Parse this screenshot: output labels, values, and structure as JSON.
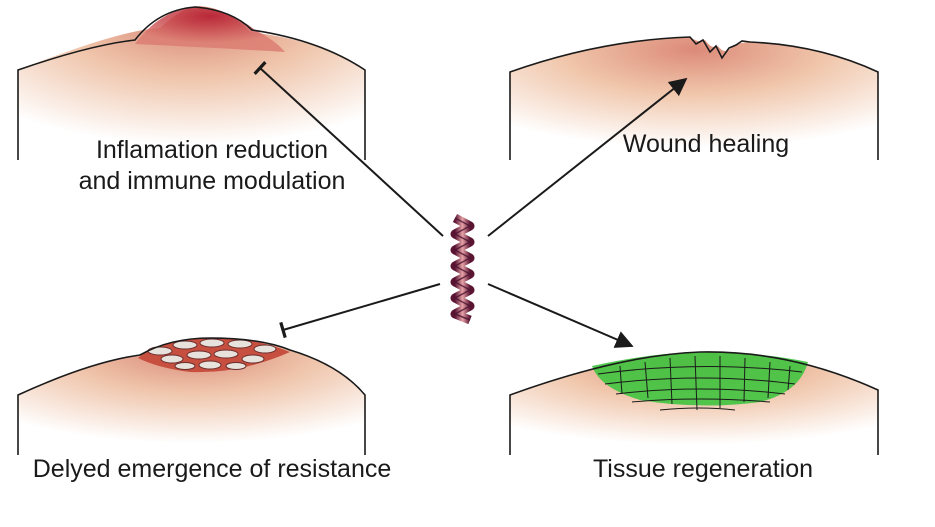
{
  "panels": {
    "inflammation": {
      "line1": "Inflamation reduction",
      "line2": "and immune modulation"
    },
    "wound": {
      "label": "Wound healing"
    },
    "resistance": {
      "label": "Delyed emergence of resistance"
    },
    "regeneration": {
      "label": "Tissue regeneration"
    }
  },
  "colors": {
    "skin_base": "#e8c3a8",
    "skin_glow": "#c96a5a",
    "inflamed": "#b21e2d",
    "regeneration_green": "#35c235",
    "helix_dark": "#4a1230",
    "helix_light": "#e8a0a8"
  }
}
